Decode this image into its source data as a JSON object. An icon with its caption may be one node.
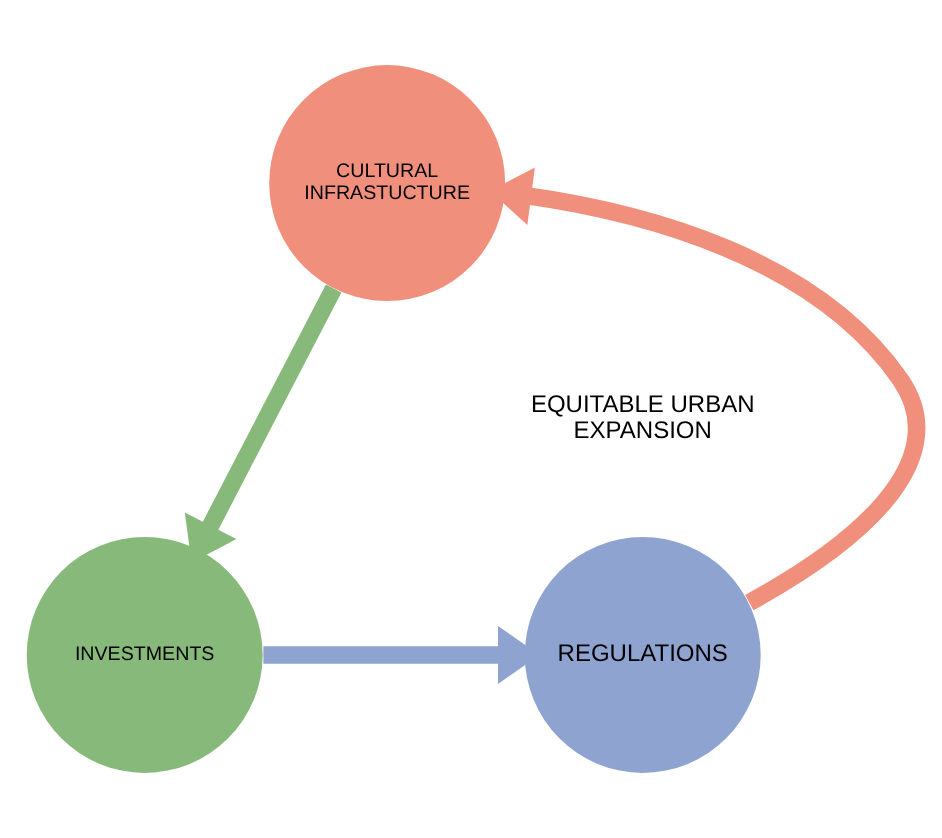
{
  "diagram": {
    "nodes": [
      {
        "text": [
          "CULTURAL INFRASTUCTURE"
        ]
      },
      {
        "text": [
          "INVESTMENTS"
        ]
      },
      {
        "text": [
          "REGULATIONS"
        ]
      }
    ],
    "edges": [
      {
        "from": 0,
        "to": 1,
        "arrow": "to",
        "color": "#86b97a"
      },
      {
        "from": 1,
        "to": 2,
        "arrow": "to",
        "color": "#8ea3d0"
      },
      {
        "from": 2,
        "to": 0,
        "arrow": "to",
        "color": "#f0907c"
      }
    ],
    "labels": [
      "EQUITABLE URBAN EXPANSION"
    ]
  }
}
